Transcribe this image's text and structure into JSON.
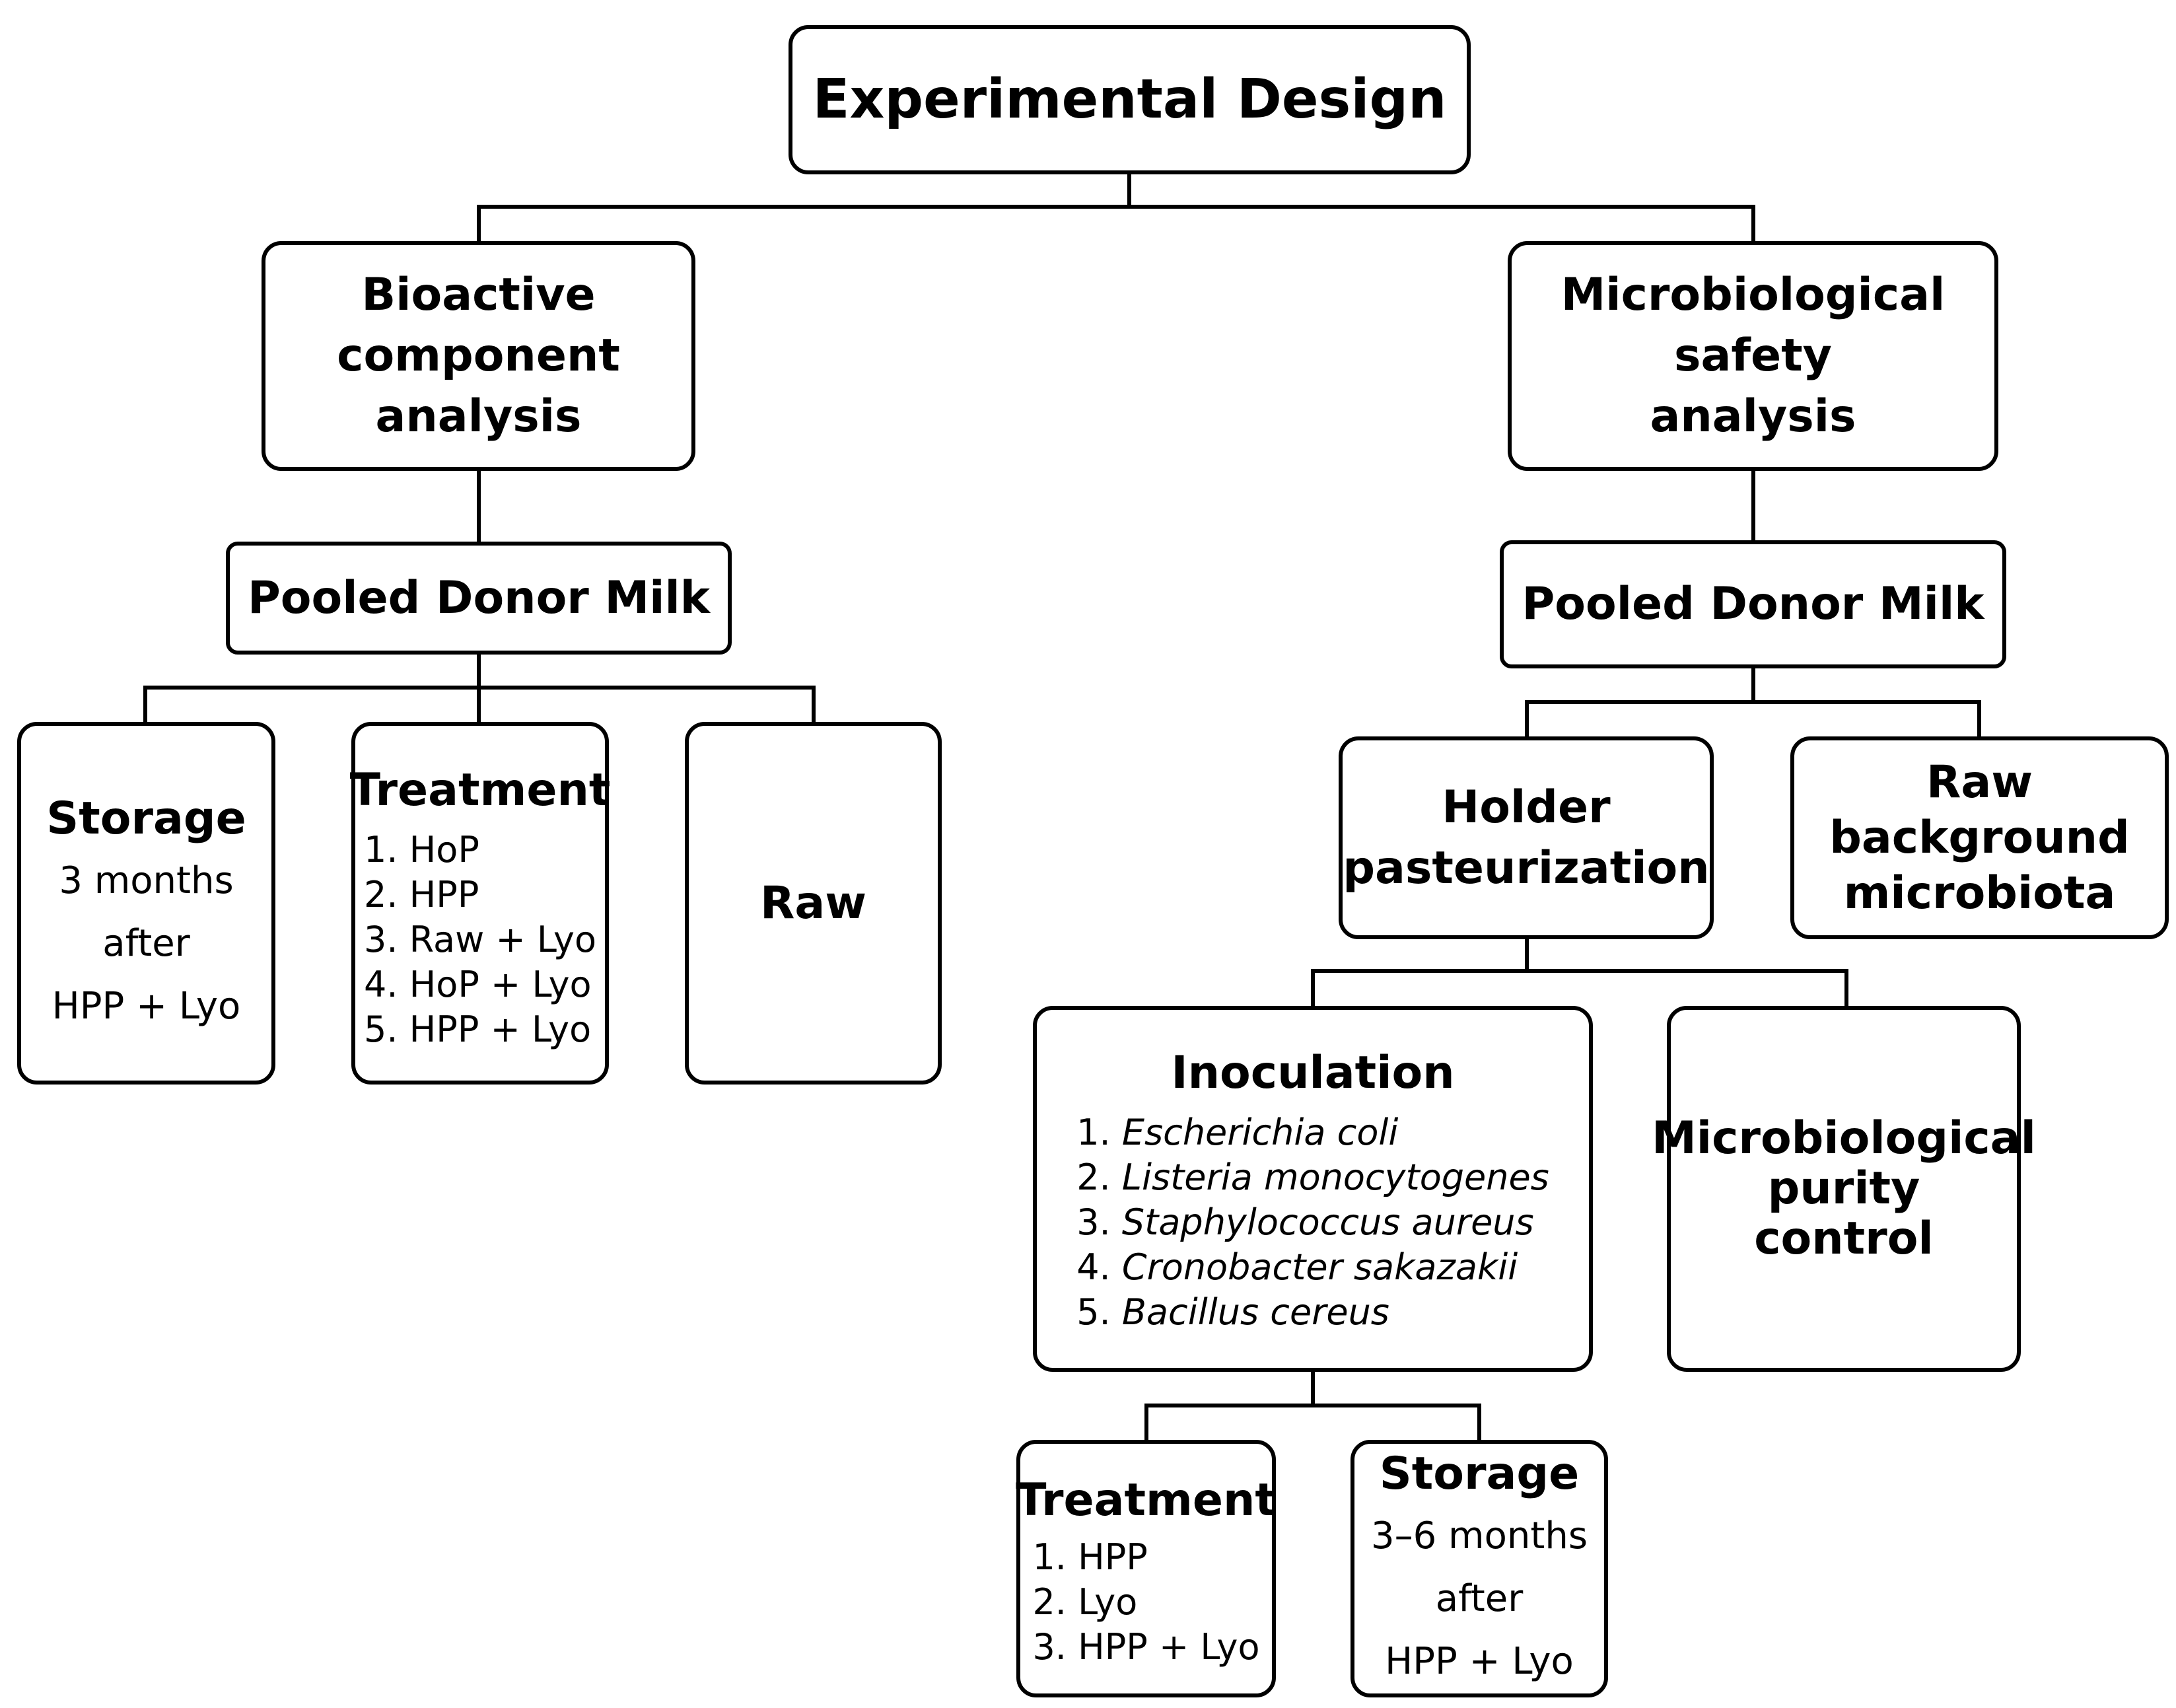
{
  "root": {
    "title": "Experimental Design"
  },
  "left": {
    "title": [
      "Bioactive",
      "component",
      "analysis"
    ],
    "pooled": "Pooled Donor Milk",
    "storage": {
      "title": "Storage",
      "lines": [
        "3 months",
        "after",
        "HPP + Lyo"
      ]
    },
    "treatment": {
      "title": "Treatment",
      "items": [
        "1. HoP",
        "2. HPP",
        "3. Raw + Lyo",
        "4. HoP + Lyo",
        "5. HPP + Lyo"
      ]
    },
    "raw": {
      "title": "Raw"
    }
  },
  "right": {
    "title": [
      "Microbiological",
      "safety",
      "analysis"
    ],
    "pooled": "Pooled Donor Milk",
    "holder": {
      "title": [
        "Holder",
        "pasteurization"
      ]
    },
    "raw_bg": {
      "title": [
        "Raw",
        "background",
        "microbiota"
      ]
    },
    "inoculation": {
      "title": "Inoculation",
      "items": [
        {
          "num": "1.",
          "name": "Escherichia coli"
        },
        {
          "num": "2.",
          "name": "Listeria monocytogenes"
        },
        {
          "num": "3.",
          "name": "Staphylococcus aureus"
        },
        {
          "num": "4.",
          "name": "Cronobacter sakazakii"
        },
        {
          "num": "5.",
          "name": "Bacillus cereus"
        }
      ]
    },
    "purity": {
      "title": [
        "Microbiological",
        "purity control"
      ]
    },
    "treatment": {
      "title": "Treatment",
      "items": [
        "1. HPP",
        "2. Lyo",
        "3. HPP + Lyo"
      ]
    },
    "storage": {
      "title": "Storage",
      "lines": [
        "3–6 months",
        "after",
        "HPP + Lyo"
      ]
    }
  }
}
